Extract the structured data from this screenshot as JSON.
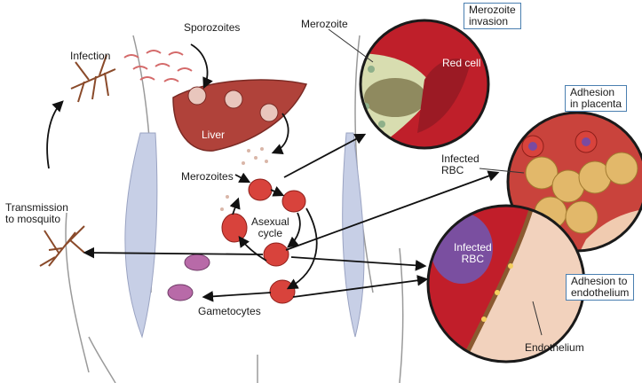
{
  "labels": {
    "sporozoites": "Sporozoites",
    "merozoite": "Merozoite",
    "infection": "Infection",
    "liver": "Liver",
    "red_cell": "Red cell",
    "merozoites": "Merozoites",
    "asexual_cycle": "Asexual\ncycle",
    "transmission": "Transmission\nto mosquito",
    "gametocytes": "Gametocytes",
    "infected_rbc_top": "Infected\nRBC",
    "infected_rbc_bottom": "Infected\nRBC",
    "endothelium": "Endothelium"
  },
  "callouts": {
    "merozoite_invasion": "Merozoite\ninvasion",
    "adhesion_placenta": "Adhesion\nin placenta",
    "adhesion_endothelium": "Adhesion to\nendothelium"
  },
  "colors": {
    "rbc": "#d8433c",
    "liver": "#b0423a",
    "blood_bg": "#bf1f2a",
    "vessel": "#c7cfe6",
    "skin_outline": "#9a9a9a",
    "callout_border": "#4a7fb0"
  }
}
